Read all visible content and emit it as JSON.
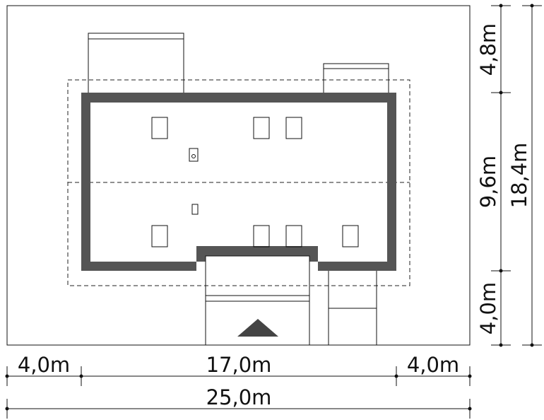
{
  "dimensions": {
    "left_setback": "4,0m",
    "house_width": "17,0m",
    "right_setback": "4,0m",
    "total_width": "25,0m",
    "top_setback": "4,8m",
    "house_depth": "9,6m",
    "bottom_setback": "4,0m",
    "total_depth": "18,4m"
  },
  "colors": {
    "wall": "#555555",
    "line": "#111111",
    "background": "#ffffff"
  }
}
